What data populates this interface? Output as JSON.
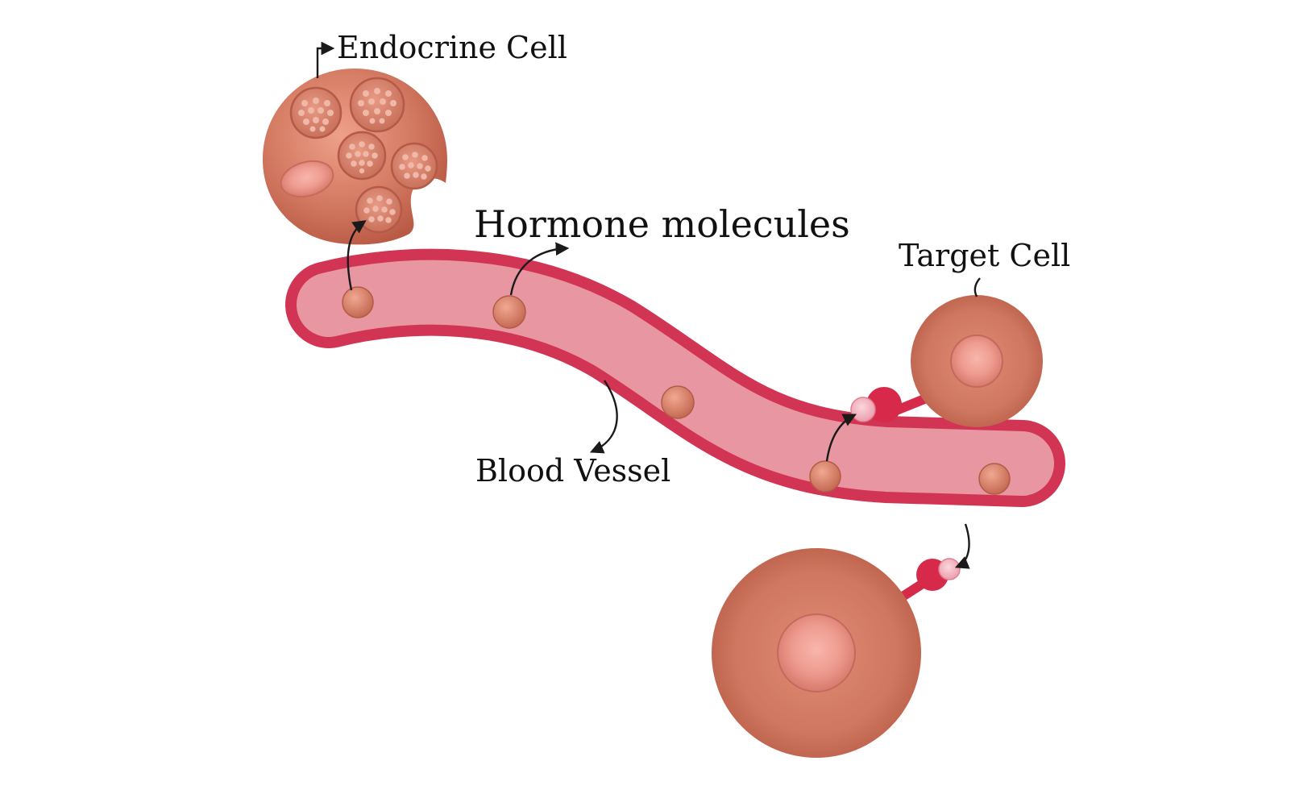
{
  "labels": {
    "endocrine_cell": "Endocrine Cell",
    "hormone_molecules": "Hormone molecules",
    "target_cell": "Target Cell",
    "blood_vessel": "Blood Vessel"
  },
  "colors": {
    "vessel_wall": "#d23553",
    "vessel_lumen": "#e996a3",
    "cell_body": "#d9826a",
    "cell_nucleus": "#f0a79e",
    "receptor": "#d7294a",
    "receptor_light": "#f6b9c2",
    "hormone": "#d9806a",
    "text": "#111111"
  }
}
